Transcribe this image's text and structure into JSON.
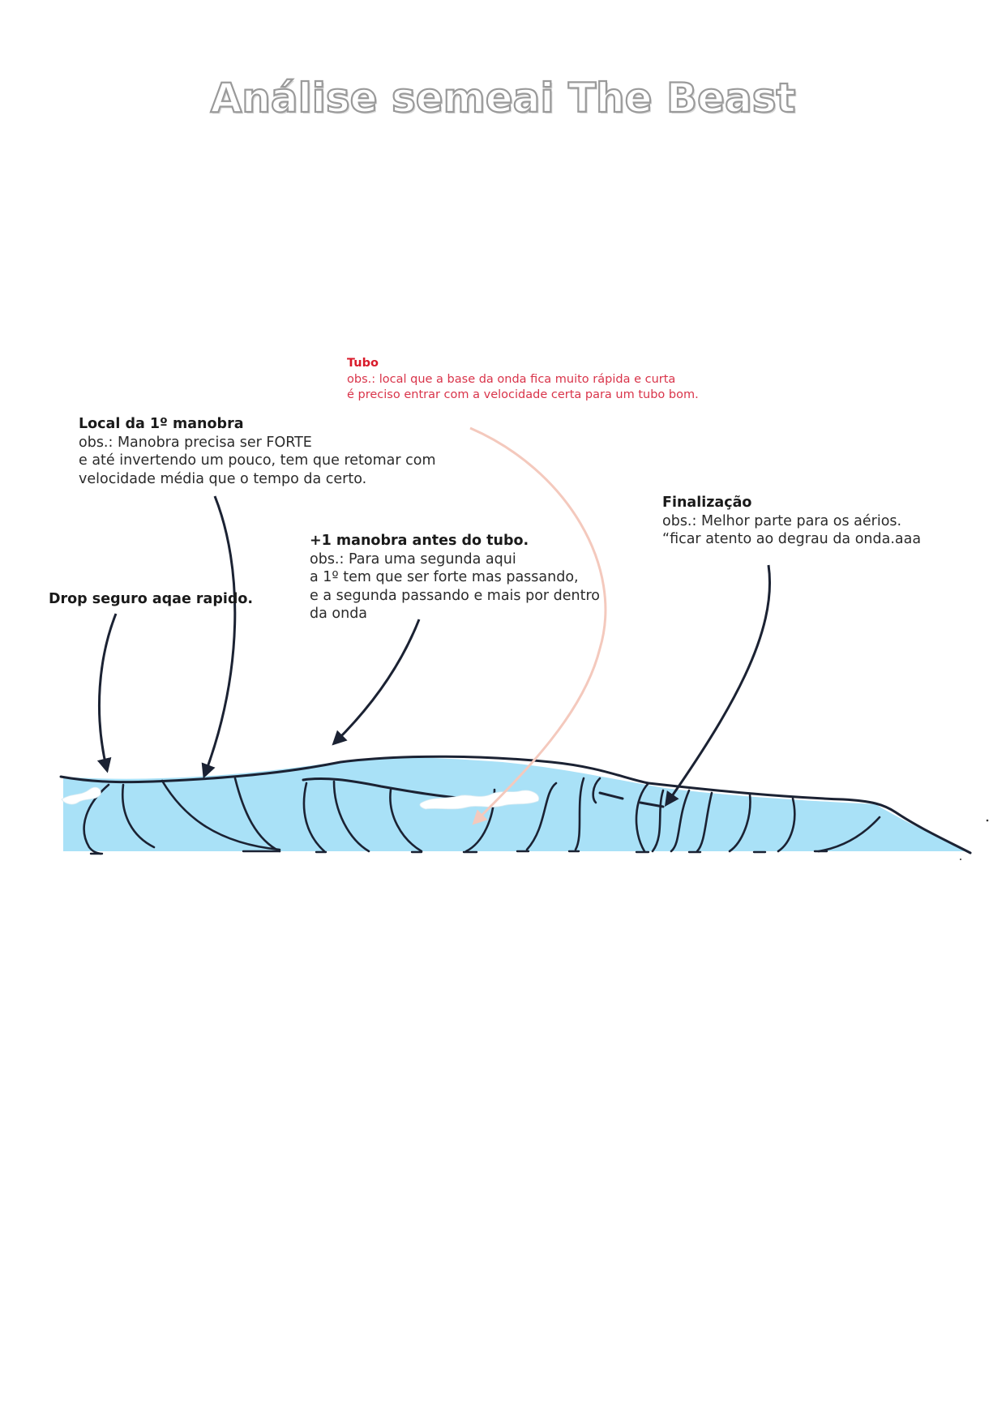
{
  "title": "Análise semeai The Beast",
  "colors": {
    "water": "#a9e1f7",
    "wave_line": "#1b2233",
    "tube_note": "#d9344a",
    "tube_arrow": "#f4c9bd",
    "foam": "#ffffff"
  },
  "annotations": {
    "tubo": {
      "heading": "Tubo",
      "lines": [
        "obs.: local que a base da onda fica muito rápida e curta",
        "é preciso entrar com a velocidade certa para um tubo bom."
      ]
    },
    "local_manobra": {
      "heading": "Local da 1º manobra",
      "lines": [
        "obs.: Manobra precisa ser FORTE",
        "e até invertendo um pouco, tem que retomar com",
        "velocidade média que o tempo da certo."
      ]
    },
    "finalizacao": {
      "heading": "Finalização",
      "lines": [
        "obs.: Melhor parte para os aérios.",
        "“ficar atento ao degrau da onda.aaa"
      ]
    },
    "manobra_antes_tubo": {
      "heading": "+1 manobra antes do tubo.",
      "lines": [
        "obs.: Para uma segunda aqui",
        "a 1º tem que ser forte mas passando,",
        "e a segunda passando e mais por dentro",
        "da onda"
      ]
    },
    "drop": {
      "heading": "Drop seguro aqae rapido."
    }
  },
  "icons": [
    "arrow-drop-icon",
    "arrow-local-icon",
    "arrow-extra-icon",
    "arrow-tubo-icon",
    "arrow-final-icon"
  ]
}
